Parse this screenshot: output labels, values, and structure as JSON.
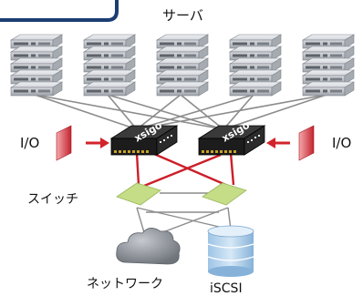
{
  "labels": {
    "servers": "サーバ",
    "io_left": "I/O",
    "io_right": "I/O",
    "switch": "スイッチ",
    "network": "ネットワーク",
    "iscsi": "iSCSI"
  },
  "device_brand": "xsigo",
  "colors": {
    "frame_border": "#1b3d73",
    "cable_gray": "#8c8c8c",
    "cable_red": "#cc1f2a",
    "arrow_red": "#d2232a",
    "switch_green": "#c4dd86",
    "card_red": "#d9434b",
    "device_black": "#1c1c1c",
    "server_silver": "#c9ccd1",
    "cloud_gray": "#8d9299",
    "storage_blue": "#a9cbe8"
  }
}
